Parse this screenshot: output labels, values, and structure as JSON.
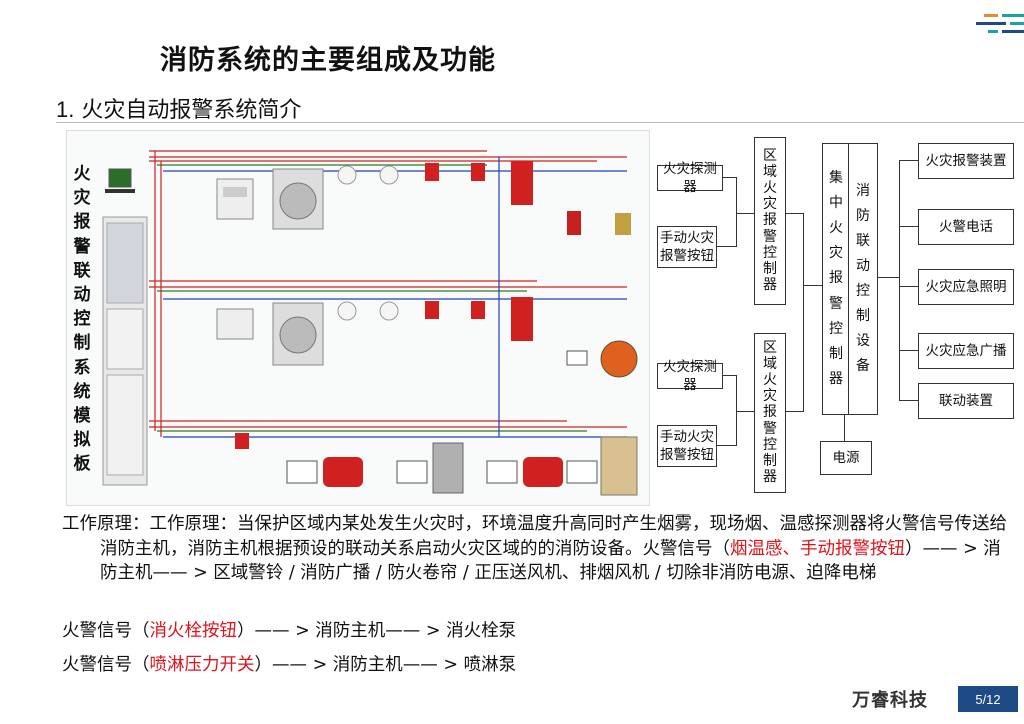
{
  "title": "消防系统的主要组成及功能",
  "subtitle": {
    "number": "1.",
    "text": "火灾自动报警系统简介"
  },
  "panel": {
    "vertical_title": [
      "火",
      "灾",
      "报",
      "警",
      "联",
      "动",
      "控",
      "制",
      "系",
      "统",
      "模",
      "拟",
      "板"
    ]
  },
  "diagram": {
    "left_inputs_top": [
      "火灾探测器",
      "手动火灾\n报警按钮"
    ],
    "left_inputs_bottom": [
      "火灾探测器",
      "手动火灾\n报警按钮"
    ],
    "regional_controller": [
      "区",
      "域",
      "火",
      "灾",
      "报",
      "警",
      "控",
      "制",
      "器"
    ],
    "central_controller": [
      "集",
      "中",
      "火",
      "灾",
      "报",
      "警",
      "控",
      "制",
      "器"
    ],
    "linkage_equipment": [
      "消",
      "防",
      "联",
      "动",
      "控",
      "制",
      "设",
      "备"
    ],
    "outputs": [
      "火灾报警装置",
      "火警电话",
      "火灾应急照明",
      "火灾应急广播",
      "联动装置"
    ],
    "power": "电源"
  },
  "body": {
    "p1_prefix": "工作原理：工作原理：当保护区域内某处发生火灾时，环境温度升高同时产生烟雾，现场烟、温感探测器将火警信号传送给消防主机，消防主机根据预设的联动关系启动火灾区域的的消防设备。火警信号（",
    "p1_red": "烟温感、手动报警按钮",
    "p1_suffix": "）—— > 消防主机—— > 区域警铃 / 消防广播 / 防火卷帘 / 正压送风机、排烟风机 / 切除非消防电源、迫降电梯",
    "p2_prefix": "火警信号（",
    "p2_red": "消火栓按钮",
    "p2_suffix": "）—— > 消防主机—— > 消火栓泵",
    "p3_prefix": "火警信号（",
    "p3_red": "喷淋压力开关",
    "p3_suffix": "）—— > 消防主机—— > 喷淋泵"
  },
  "footer": {
    "logo": "万睿科技",
    "page": "5/12"
  },
  "colors": {
    "accent_red": "#e0131b",
    "page_badge": "#1e4b86",
    "deco_orange": "#e8892a",
    "deco_teal": "#1aa3a3",
    "deco_navy": "#1e4b86"
  }
}
